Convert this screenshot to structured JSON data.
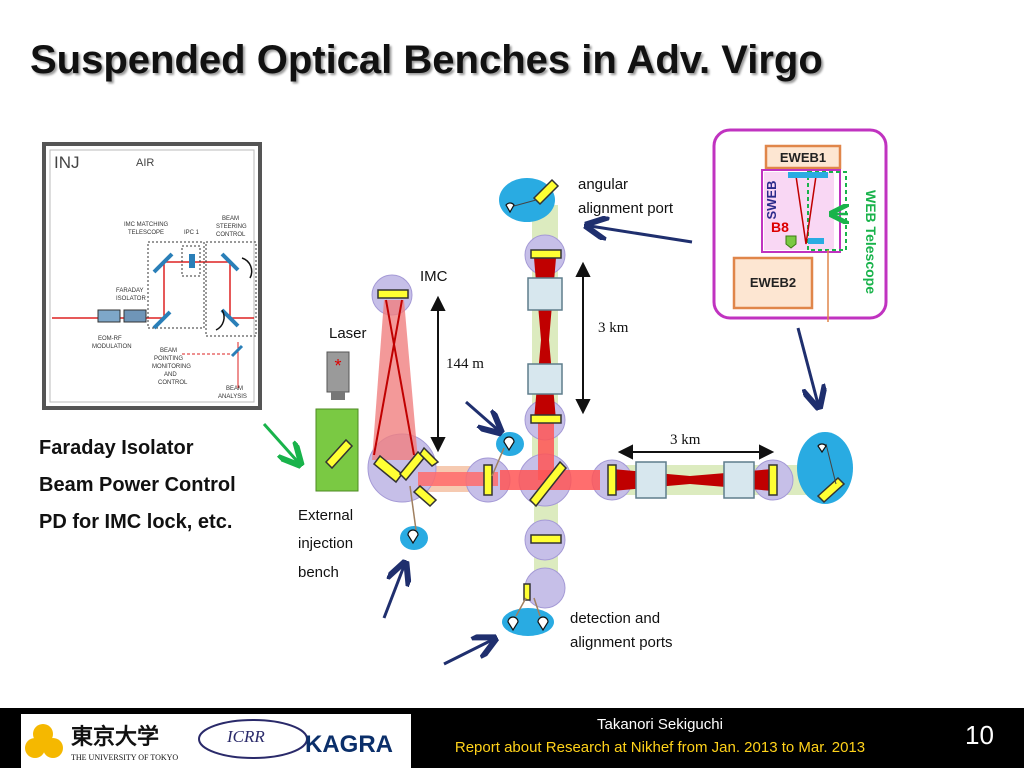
{
  "title": "Suspended Optical Benches in Adv. Virgo",
  "inj_panel": {
    "title": "INJ",
    "air": "AIR",
    "imc_matching_1": "IMC MATCHING",
    "imc_matching_2": "TELESCOPE",
    "ipc": "IPC 1",
    "beam_steering_1": "BEAM",
    "beam_steering_2": "STEERING",
    "beam_steering_3": "CONTROL",
    "faraday_1": "FARADAY",
    "faraday_2": "ISOLATOR",
    "eom_1": "EOM-RF",
    "eom_2": "MODULATION",
    "pointing_1": "BEAM",
    "pointing_2": "POINTING",
    "pointing_3": "MONITORING",
    "pointing_4": "AND",
    "pointing_5": "CONTROL",
    "analysis_1": "BEAM",
    "analysis_2": "ANALYSIS"
  },
  "bullets": [
    "Faraday Isolator",
    "Beam Power Control",
    "PD for IMC lock, etc."
  ],
  "diagram": {
    "laser": "Laser",
    "imc": "IMC",
    "imc_length": "144 m",
    "arm_length_north": "3 km",
    "arm_length_west": "3 km",
    "angular_1": "angular",
    "angular_2": "alignment port",
    "ext_1": "External",
    "ext_2": "injection",
    "ext_3": "bench",
    "det_1": "detection and",
    "det_2": "alignment ports"
  },
  "web_inset": {
    "eweb1": "EWEB1",
    "sweb": "SWEB",
    "b8": "B8",
    "eweb2": "EWEB2",
    "web_telescope": "WEB Telescope"
  },
  "footer": {
    "author": "Takanori Sekiguchi",
    "report": "Report about Research at Nikhef from Jan. 2013 to Mar. 2013",
    "page": "10",
    "logo_todai_jp": "東京大学",
    "logo_todai_en": "THE UNIVERSITY OF TOKYO",
    "logo_icrr": "ICRR",
    "logo_kagra": "KAGRA"
  },
  "colors": {
    "beam_red": "#c00000",
    "beam_pink": "#f08080",
    "bench_green": "#7ac943",
    "photodiode_blue": "#29abe2",
    "optic_yellow": "#ffff33",
    "vacuum_lavender": "#c6bfe8",
    "arrow_navy": "#1f2f6e",
    "arrow_green": "#19b34b",
    "inset_magenta": "#c033c0",
    "inset_orange": "#f4a460"
  }
}
